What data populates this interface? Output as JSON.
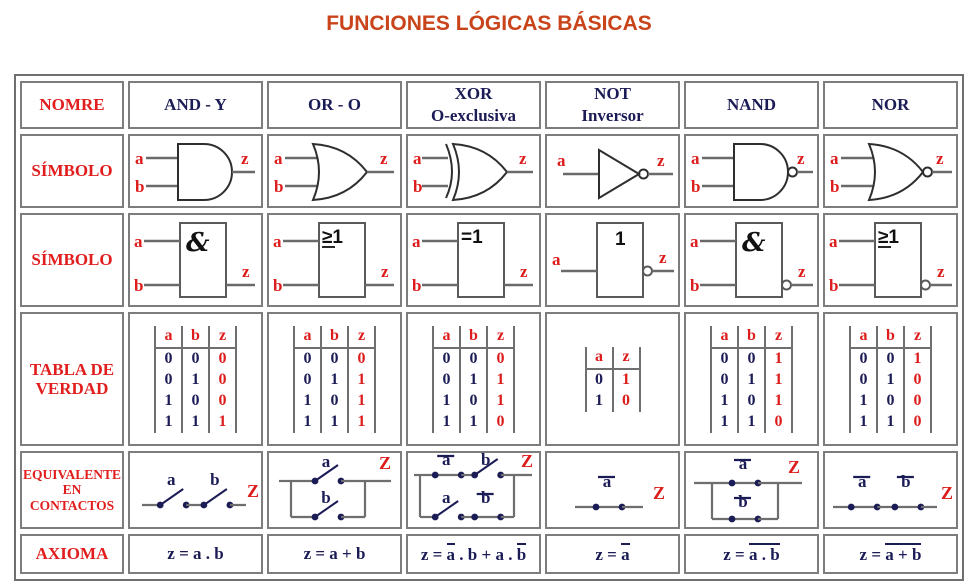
{
  "title": "FUNCIONES LÓGICAS BÁSICAS",
  "colors": {
    "title": "#c9441a",
    "red": "#dd1c1c",
    "navy": "#1b1b56",
    "border": "#7d7d7d"
  },
  "row_labels": {
    "name": "NOMRE",
    "symbol1": "SÍMBOLO",
    "symbol2": "SÍMBOLO",
    "truth": "TABLA DE\nVERDAD",
    "contacts": "EQUIVALENTE\nEN\nCONTACTOS",
    "axiom": "AXIOMA"
  },
  "columns": [
    {
      "id": "and",
      "name_lines": [
        "AND  -  Y"
      ],
      "inputs": [
        "a",
        "b"
      ],
      "output": "z",
      "iec_label": "&",
      "iec_underline": false,
      "iec_bubble": false,
      "truth": {
        "headers": [
          "a",
          "b",
          "z"
        ],
        "rows": [
          [
            "0",
            "0",
            "0"
          ],
          [
            "0",
            "1",
            "0"
          ],
          [
            "1",
            "0",
            "0"
          ],
          [
            "1",
            "1",
            "1"
          ]
        ]
      },
      "contacts": {
        "layout": "series",
        "output": "Z",
        "branches": [
          [
            {
              "label": "a",
              "bar": false,
              "closed": false
            },
            {
              "label": "b",
              "bar": false,
              "closed": false
            }
          ]
        ]
      },
      "axiom": [
        {
          "text": "z = a . b",
          "bar": false
        }
      ]
    },
    {
      "id": "or",
      "name_lines": [
        "OR - O"
      ],
      "inputs": [
        "a",
        "b"
      ],
      "output": "z",
      "iec_label": "≥1",
      "iec_underline": true,
      "iec_bubble": false,
      "truth": {
        "headers": [
          "a",
          "b",
          "z"
        ],
        "rows": [
          [
            "0",
            "0",
            "0"
          ],
          [
            "0",
            "1",
            "1"
          ],
          [
            "1",
            "0",
            "1"
          ],
          [
            "1",
            "1",
            "1"
          ]
        ]
      },
      "contacts": {
        "layout": "parallel",
        "output": "Z",
        "branches": [
          [
            {
              "label": "a",
              "bar": false,
              "closed": false
            }
          ],
          [
            {
              "label": "b",
              "bar": false,
              "closed": false
            }
          ]
        ]
      },
      "axiom": [
        {
          "text": "z = a + b",
          "bar": false
        }
      ]
    },
    {
      "id": "xor",
      "name_lines": [
        "XOR",
        "O-exclusiva"
      ],
      "inputs": [
        "a",
        "b"
      ],
      "output": "z",
      "iec_label": "=1",
      "iec_underline": false,
      "iec_bubble": false,
      "truth": {
        "headers": [
          "a",
          "b",
          "z"
        ],
        "rows": [
          [
            "0",
            "0",
            "0"
          ],
          [
            "0",
            "1",
            "1"
          ],
          [
            "1",
            "0",
            "1"
          ],
          [
            "1",
            "1",
            "0"
          ]
        ]
      },
      "contacts": {
        "layout": "parallel",
        "output": "Z",
        "branches": [
          [
            {
              "label": "a",
              "bar": true,
              "closed": true
            },
            {
              "label": "b",
              "bar": false,
              "closed": false
            }
          ],
          [
            {
              "label": "a",
              "bar": false,
              "closed": false
            },
            {
              "label": "b",
              "bar": true,
              "closed": true
            }
          ]
        ]
      },
      "axiom": [
        {
          "text": "z = ",
          "bar": false
        },
        {
          "text": "a",
          "bar": true
        },
        {
          "text": " . b + a . ",
          "bar": false
        },
        {
          "text": "b",
          "bar": true
        }
      ]
    },
    {
      "id": "not",
      "name_lines": [
        "NOT",
        "Inversor"
      ],
      "inputs": [
        "a"
      ],
      "output": "z",
      "iec_label": "1",
      "iec_underline": false,
      "iec_bubble": true,
      "truth": {
        "headers": [
          "a",
          "z"
        ],
        "rows": [
          [
            "0",
            "1"
          ],
          [
            "1",
            "0"
          ]
        ]
      },
      "contacts": {
        "layout": "series",
        "output": "Z",
        "branches": [
          [
            {
              "label": "a",
              "bar": true,
              "closed": true
            }
          ]
        ]
      },
      "axiom": [
        {
          "text": "z = ",
          "bar": false
        },
        {
          "text": "a",
          "bar": true
        }
      ]
    },
    {
      "id": "nand",
      "name_lines": [
        "NAND"
      ],
      "inputs": [
        "a",
        "b"
      ],
      "output": "z",
      "iec_label": "&",
      "iec_underline": false,
      "iec_bubble": true,
      "truth": {
        "headers": [
          "a",
          "b",
          "z"
        ],
        "rows": [
          [
            "0",
            "0",
            "1"
          ],
          [
            "0",
            "1",
            "1"
          ],
          [
            "1",
            "0",
            "1"
          ],
          [
            "1",
            "1",
            "0"
          ]
        ]
      },
      "contacts": {
        "layout": "parallel",
        "output": "Z",
        "branches": [
          [
            {
              "label": "a",
              "bar": true,
              "closed": true
            }
          ],
          [
            {
              "label": "b",
              "bar": true,
              "closed": true
            }
          ]
        ]
      },
      "axiom": [
        {
          "text": "z = ",
          "bar": false
        },
        {
          "text": "a . b",
          "bar": true
        }
      ]
    },
    {
      "id": "nor",
      "name_lines": [
        "NOR"
      ],
      "inputs": [
        "a",
        "b"
      ],
      "output": "z",
      "iec_label": "≥1",
      "iec_underline": true,
      "iec_bubble": true,
      "truth": {
        "headers": [
          "a",
          "b",
          "z"
        ],
        "rows": [
          [
            "0",
            "0",
            "1"
          ],
          [
            "0",
            "1",
            "0"
          ],
          [
            "1",
            "0",
            "0"
          ],
          [
            "1",
            "1",
            "0"
          ]
        ]
      },
      "contacts": {
        "layout": "series",
        "output": "Z",
        "branches": [
          [
            {
              "label": "a",
              "bar": true,
              "closed": true
            },
            {
              "label": "b",
              "bar": true,
              "closed": true
            }
          ]
        ]
      },
      "axiom": [
        {
          "text": "z = ",
          "bar": false
        },
        {
          "text": "a + b",
          "bar": true
        }
      ]
    }
  ]
}
